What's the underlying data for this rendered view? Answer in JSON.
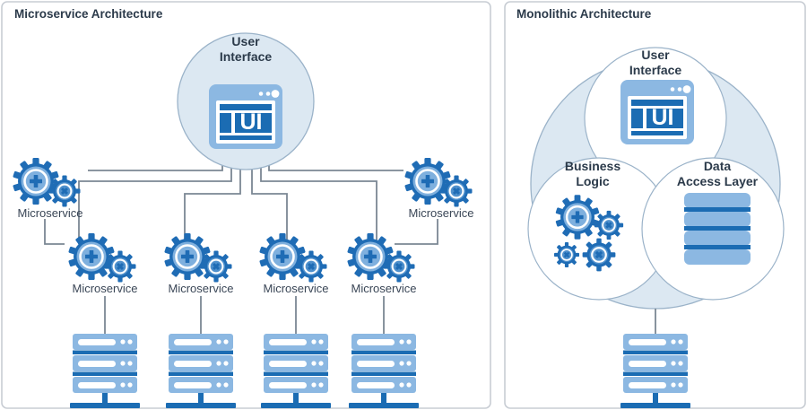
{
  "diagram": {
    "type": "architecture-comparison",
    "panels": [
      {
        "id": "microservice",
        "title": "Microservice Architecture",
        "hub": {
          "label_line1": "User",
          "label_line2": "Interface",
          "icon": "ui-browser-icon",
          "icon_text": "UI"
        },
        "services": [
          {
            "id": "ms-left",
            "label": "Microservice"
          },
          {
            "id": "ms-right",
            "label": "Microservice"
          },
          {
            "id": "ms-row2-1",
            "label": "Microservice"
          },
          {
            "id": "ms-row2-2",
            "label": "Microservice"
          },
          {
            "id": "ms-row2-3",
            "label": "Microservice"
          },
          {
            "id": "ms-row2-4",
            "label": "Microservice"
          }
        ],
        "servers": [
          {
            "id": "server-1",
            "icon": "server-rack-icon"
          },
          {
            "id": "server-2",
            "icon": "server-rack-icon"
          },
          {
            "id": "server-3",
            "icon": "server-rack-icon"
          },
          {
            "id": "server-4",
            "icon": "server-rack-icon"
          }
        ]
      },
      {
        "id": "monolithic",
        "title": "Monolithic Architecture",
        "circles": [
          {
            "id": "mono-ui",
            "label_line1": "User",
            "label_line2": "Interface",
            "icon": "ui-browser-icon",
            "icon_text": "UI"
          },
          {
            "id": "mono-bl",
            "label_line1": "Business",
            "label_line2": "Logic",
            "icon": "gears-icon"
          },
          {
            "id": "mono-dal",
            "label_line1": "Data",
            "label_line2": "Access Layer",
            "icon": "database-stack-icon"
          }
        ],
        "servers": [
          {
            "id": "mono-server",
            "icon": "server-rack-icon"
          }
        ]
      }
    ]
  },
  "colors": {
    "panel_border": "#c8cdd4",
    "panel_background": "#ffffff",
    "title_text": "#2b3a4a",
    "label_text": "#3a4656",
    "circle_fill": "#dce8f2",
    "circle_stroke": "#9bb3c9",
    "connector": "#7b8794",
    "gear_dark": "#1f6cb5",
    "gear_light": "#7fb0de",
    "icon_light_blue": "#8cb8e2",
    "icon_dark_blue": "#1b6cb3",
    "white": "#ffffff"
  }
}
